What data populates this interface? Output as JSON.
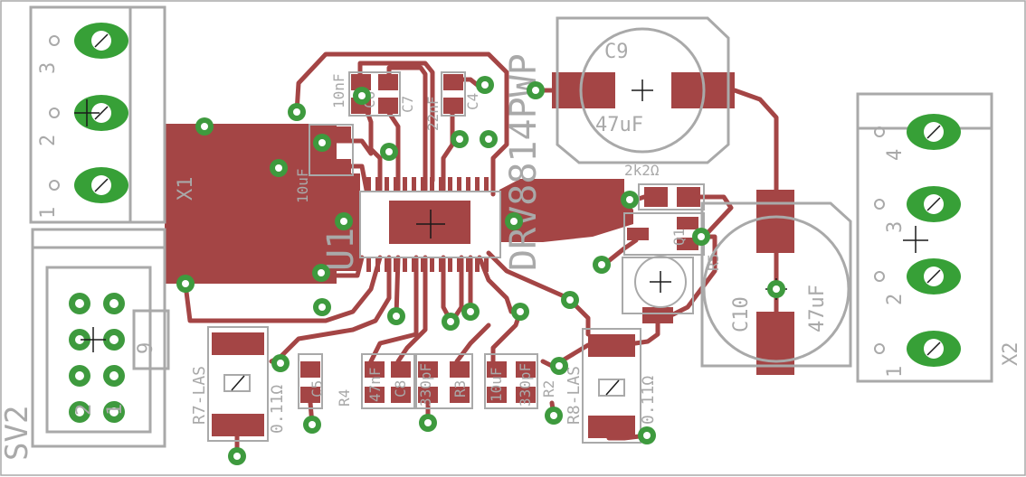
{
  "board": {
    "background": "#ffffff",
    "copper_color": "#a44545",
    "via_color": "#3e9a3e",
    "silkscreen_color": "#a9a9a9"
  },
  "labels": {
    "x1": "X1",
    "x2": "X2",
    "sv2": "SV2",
    "u1": "U1",
    "ic_part": "DRV8814PWP",
    "c9_name": "C9",
    "c9_value": "47uF",
    "c10_name": "C10",
    "c10_value": "47uF",
    "r_top_value": "2k2Ω",
    "c_left_10n": "10nF",
    "c_left_10u": "10uF",
    "c6": "C6",
    "c7": "C7",
    "c_22n": "22nF",
    "c4": "C4",
    "c5": "C5",
    "r4": "R4",
    "c_47n": "47nF",
    "c8": "C8",
    "c_330p": "330pF",
    "r3": "R3",
    "c_10u_b": "10uF",
    "c_330p_b": "330pF",
    "r2": "R2",
    "r_las": "R7-LAS",
    "r_val_a": "0.11Ω",
    "r8": "R8-LAS",
    "r_val_b": "0.11Ω",
    "r5": "R5",
    "q1": "Q1",
    "sv2_pin1": "1",
    "sv2_pin2": "2",
    "sv2_pin9": "9"
  },
  "x1_pins": [
    "1",
    "2",
    "3"
  ],
  "x2_pins": [
    "1",
    "2",
    "3",
    "4"
  ]
}
